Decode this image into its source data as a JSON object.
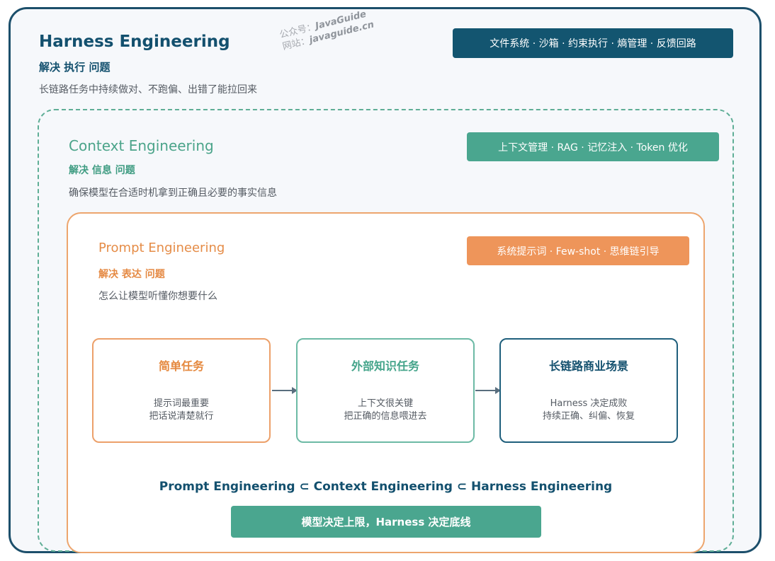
{
  "harness": {
    "title": "Harness Engineering",
    "subtitle": "解决 执行 问题",
    "description": "长链路任务中持续做对、不跑偏、出错了能拉回来",
    "tag": "文件系统 · 沙箱 · 约束执行 · 熵管理 · 反馈回路"
  },
  "watermark": {
    "line1_label": "公众号：",
    "line1_value": "JavaGuide",
    "line2_label": "网站：",
    "line2_value": "javaguide.cn"
  },
  "context": {
    "title": "Context Engineering",
    "subtitle": "解决 信息 问题",
    "description": "确保模型在合适时机拿到正确且必要的事实信息",
    "tag": "上下文管理 · RAG · 记忆注入 · Token 优化"
  },
  "prompt": {
    "title": "Prompt Engineering",
    "subtitle": "解决 表达 问题",
    "description": "怎么让模型听懂你想要什么",
    "tag": "系统提示词 · Few-shot · 思维链引导"
  },
  "stages": [
    {
      "title": "简单任务",
      "line1": "提示词最重要",
      "line2": "把话说清楚就行"
    },
    {
      "title": "外部知识任务",
      "line1": "上下文很关键",
      "line2": "把正确的信息喂进去"
    },
    {
      "title": "长链路商业场景",
      "line1": "Harness 决定成败",
      "line2": "持续正确、纠偏、恢复"
    }
  ],
  "formula": "Prompt Engineering ⊂ Context Engineering ⊂ Harness Engineering",
  "footer": "模型决定上限，Harness 决定底线",
  "colors": {
    "harness": "#13506e",
    "context": "#4aa68f",
    "prompt": "#ee955a"
  }
}
